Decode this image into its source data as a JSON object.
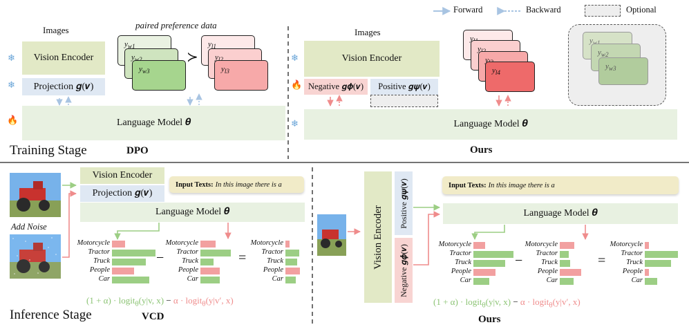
{
  "legend": {
    "forward": "Forward",
    "backward": "Backward",
    "optional": "Optional"
  },
  "training": {
    "stage_label": "Training Stage",
    "dpo": {
      "title": "DPO",
      "images_label": "Images",
      "encoder": "Vision Encoder",
      "projection": "Projection 𝒈(𝒗)",
      "lm": "Language Model 𝜽",
      "pref_label": "paired preference data",
      "prefer_symbol": "≻",
      "win_cards": [
        "y",
        "y",
        "y"
      ],
      "win_subs": [
        "w1",
        "w2",
        "w3"
      ],
      "lose_cards": [
        "y",
        "y",
        "y"
      ],
      "lose_subs": [
        "l1",
        "l2",
        "l3"
      ]
    },
    "ours": {
      "title": "Ours",
      "images_label": "Images",
      "encoder": "Vision Encoder",
      "negative": "Negative 𝒈𝝓(𝒗)",
      "positive": "Positive 𝒈𝝍(𝒗)",
      "lm": "Language Model 𝜽",
      "lose_subs": [
        "l1",
        "l2",
        "l3",
        "l4"
      ],
      "win_subs": [
        "w1",
        "w2",
        "w3"
      ]
    },
    "icons": {
      "frozen": "❄",
      "trainable": "🔥"
    }
  },
  "inference": {
    "stage_label": "Inference Stage",
    "vcd": {
      "title": "VCD",
      "encoder": "Vision Encoder",
      "projection": "Projection 𝒈(𝒗)",
      "lm": "Language Model 𝜽",
      "input_label": "Input Texts:",
      "input_text": "In this image there is a",
      "add_noise": "Add Noise",
      "minus": "−",
      "equals": "=",
      "formula_a": "(1 + α) · logit",
      "formula_a_sub": "θ",
      "formula_a_rest": "(y|v, x)",
      "formula_minus": " − ",
      "formula_b": "α · logit",
      "formula_b_sub": "θ",
      "formula_b_rest": "(y|v′, x)"
    },
    "ours": {
      "title": "Ours",
      "encoder": "Vision Encoder",
      "positive": "Positive 𝒈𝝍(𝒗)",
      "negative": "Negative 𝒈𝝓(𝒗)",
      "lm": "Language Model 𝜽",
      "input_label": "Input Texts:",
      "input_text": "In this image there is a",
      "minus": "−",
      "equals": "="
    },
    "categories": [
      "Motorcycle",
      "Tractor",
      "Truck",
      "People",
      "Car"
    ],
    "vcd_bars": {
      "left": [
        {
          "v": 0.3,
          "c": "p"
        },
        {
          "v": 1.0,
          "c": "g"
        },
        {
          "v": 0.78,
          "c": "g"
        },
        {
          "v": 0.5,
          "c": "p"
        },
        {
          "v": 0.85,
          "c": "g"
        }
      ],
      "mid": [
        {
          "v": 0.4,
          "c": "p"
        },
        {
          "v": 0.8,
          "c": "g"
        },
        {
          "v": 0.35,
          "c": "g"
        },
        {
          "v": 0.5,
          "c": "p"
        },
        {
          "v": 0.5,
          "c": "g"
        }
      ],
      "right": [
        {
          "v": 0.2,
          "c": "p"
        },
        {
          "v": 0.7,
          "c": "g"
        },
        {
          "v": 0.6,
          "c": "g"
        },
        {
          "v": 0.75,
          "c": "p"
        },
        {
          "v": 0.55,
          "c": "g"
        }
      ]
    },
    "ours_bars": {
      "left": [
        {
          "v": 0.3,
          "c": "p"
        },
        {
          "v": 1.0,
          "c": "g"
        },
        {
          "v": 0.8,
          "c": "g"
        },
        {
          "v": 0.55,
          "c": "p"
        },
        {
          "v": 0.4,
          "c": "g"
        }
      ],
      "mid": [
        {
          "v": 0.4,
          "c": "p"
        },
        {
          "v": 0.25,
          "c": "g"
        },
        {
          "v": 0.28,
          "c": "g"
        },
        {
          "v": 0.6,
          "c": "p"
        },
        {
          "v": 0.38,
          "c": "g"
        }
      ],
      "right": [
        {
          "v": 0.12,
          "c": "p"
        },
        {
          "v": 1.0,
          "c": "g"
        },
        {
          "v": 0.8,
          "c": "g"
        },
        {
          "v": 0.12,
          "c": "p"
        },
        {
          "v": 0.38,
          "c": "g"
        }
      ]
    }
  },
  "colors": {
    "forward": "#a8c4e2",
    "backward": "#a8c4e2",
    "green_arrow": "#9cce84",
    "red_arrow": "#ef8c8c"
  }
}
